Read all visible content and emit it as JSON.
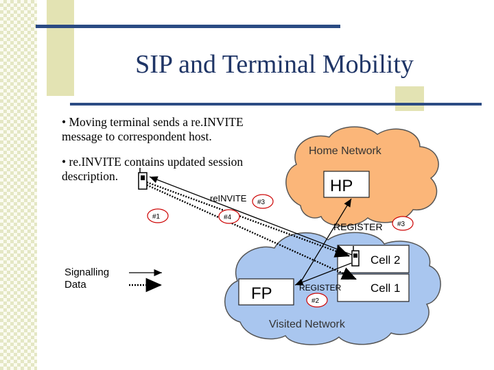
{
  "slide": {
    "title": "SIP and Terminal Mobility",
    "bullets": [
      "• Moving terminal sends a re.INVITE message to correspondent host.",
      "• re.INVITE contains updated session description."
    ]
  },
  "diagram": {
    "home_network": "Home Network",
    "visited_network": "Visited Network",
    "hp": "HP",
    "fp": "FP",
    "cell2": "Cell 2",
    "cell1": "Cell 1",
    "reinvite": "reINVITE",
    "register_top": "REGISTER",
    "register_bottom": "REGISTER",
    "tag1": "#1",
    "tag2": "#2",
    "tag3a": "#3",
    "tag3b": "#3",
    "tag4": "#4",
    "legend_signalling": "Signalling",
    "legend_data": "Data"
  },
  "colors": {
    "title": "#1f3566",
    "bar": "#2b4b83",
    "home_cloud": "#fbb679",
    "visited_cloud": "#a9c6ef",
    "tag": "#cc0000"
  }
}
